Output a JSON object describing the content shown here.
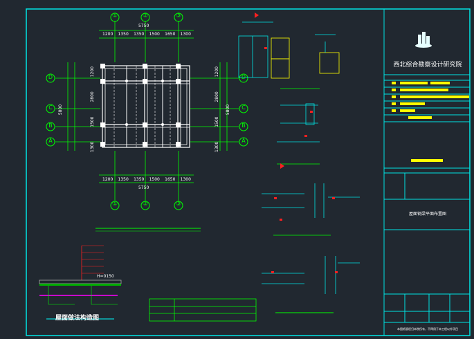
{
  "grid": {
    "cols": [
      "①",
      "②",
      "③"
    ],
    "rows": [
      "D",
      "C",
      "B",
      "A"
    ],
    "top_dims": [
      "1200",
      "1350",
      "1350",
      "1500",
      "1650",
      "1300"
    ],
    "top_total": "5750",
    "bottom_dims": [
      "1200",
      "1350",
      "1350",
      "1500",
      "1650",
      "1300"
    ],
    "bottom_total": "5750",
    "left_dims": [
      "1200",
      "2800",
      "1500",
      "1300"
    ],
    "left_total": "5800",
    "right_dims": [
      "1200",
      "2800",
      "1500",
      "1300"
    ],
    "right_total": "5800"
  },
  "details": {
    "section_label": "H=0150",
    "section_title": "屋面做法构造图"
  },
  "title_block": {
    "institute": "西北综合勘察设计研究院",
    "drawing_title": "屋面钢梁平面布置图",
    "footer_note": "本图纸版权归本院所有，不得用于本工程以外项目"
  },
  "colors": {
    "background": "#212830",
    "frame": "#00e5e5",
    "grid_line": "#ffffff",
    "dimension": "#00ff00",
    "title_bar": "#ffff00",
    "magenta": "#ff00ff",
    "red": "#ff2020"
  },
  "icons": [
    "logo-icon"
  ]
}
